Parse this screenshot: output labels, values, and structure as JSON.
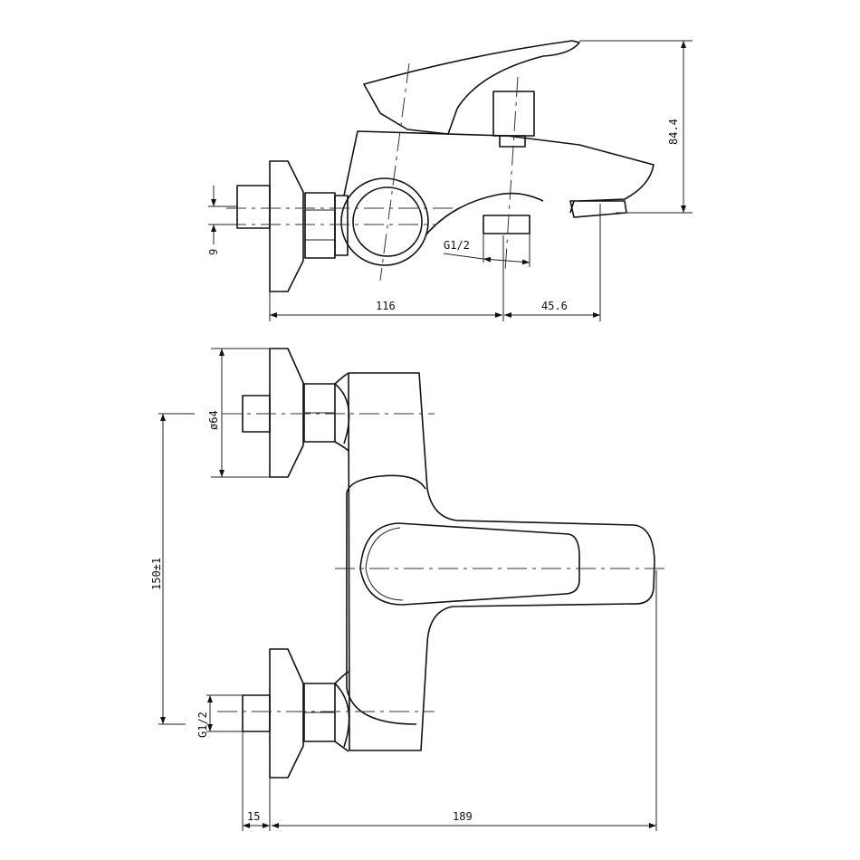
{
  "drawing": {
    "side_view": {
      "height_label": "84.4",
      "offset_label": "9",
      "outlet_thread_label": "G1/2",
      "length_to_outlet_label": "116",
      "spout_offset_label": "45.6"
    },
    "front_view": {
      "flange_diameter_label": "ø64",
      "inlet_spacing_label": "150±1",
      "inlet_thread_label": "G1/2",
      "stub_length_label": "15",
      "total_depth_label": "189"
    },
    "colors": {
      "line": "#111111",
      "background": "#ffffff"
    }
  }
}
